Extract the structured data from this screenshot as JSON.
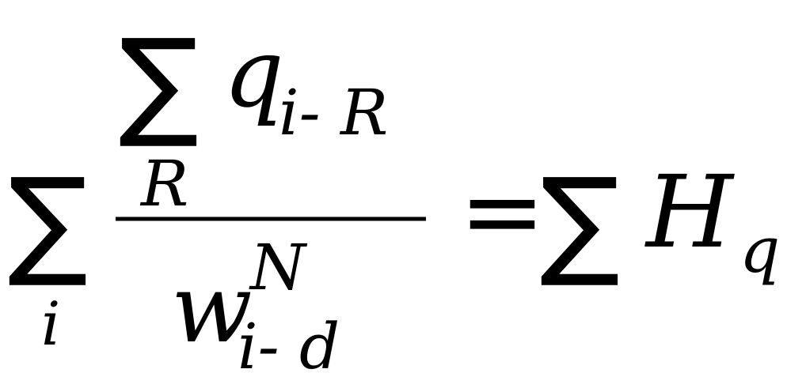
{
  "formula": {
    "outer_sum": "∑",
    "outer_sum_index": "i",
    "numerator": {
      "sum": "∑",
      "q": "q",
      "q_subscript": "i- R",
      "R": "R"
    },
    "denominator": {
      "w": "w",
      "w_superscript": "N",
      "w_subscript": "i- d"
    },
    "equals": "=",
    "rhs": {
      "sum": "∑",
      "H": "H",
      "H_subscript": "q"
    }
  }
}
